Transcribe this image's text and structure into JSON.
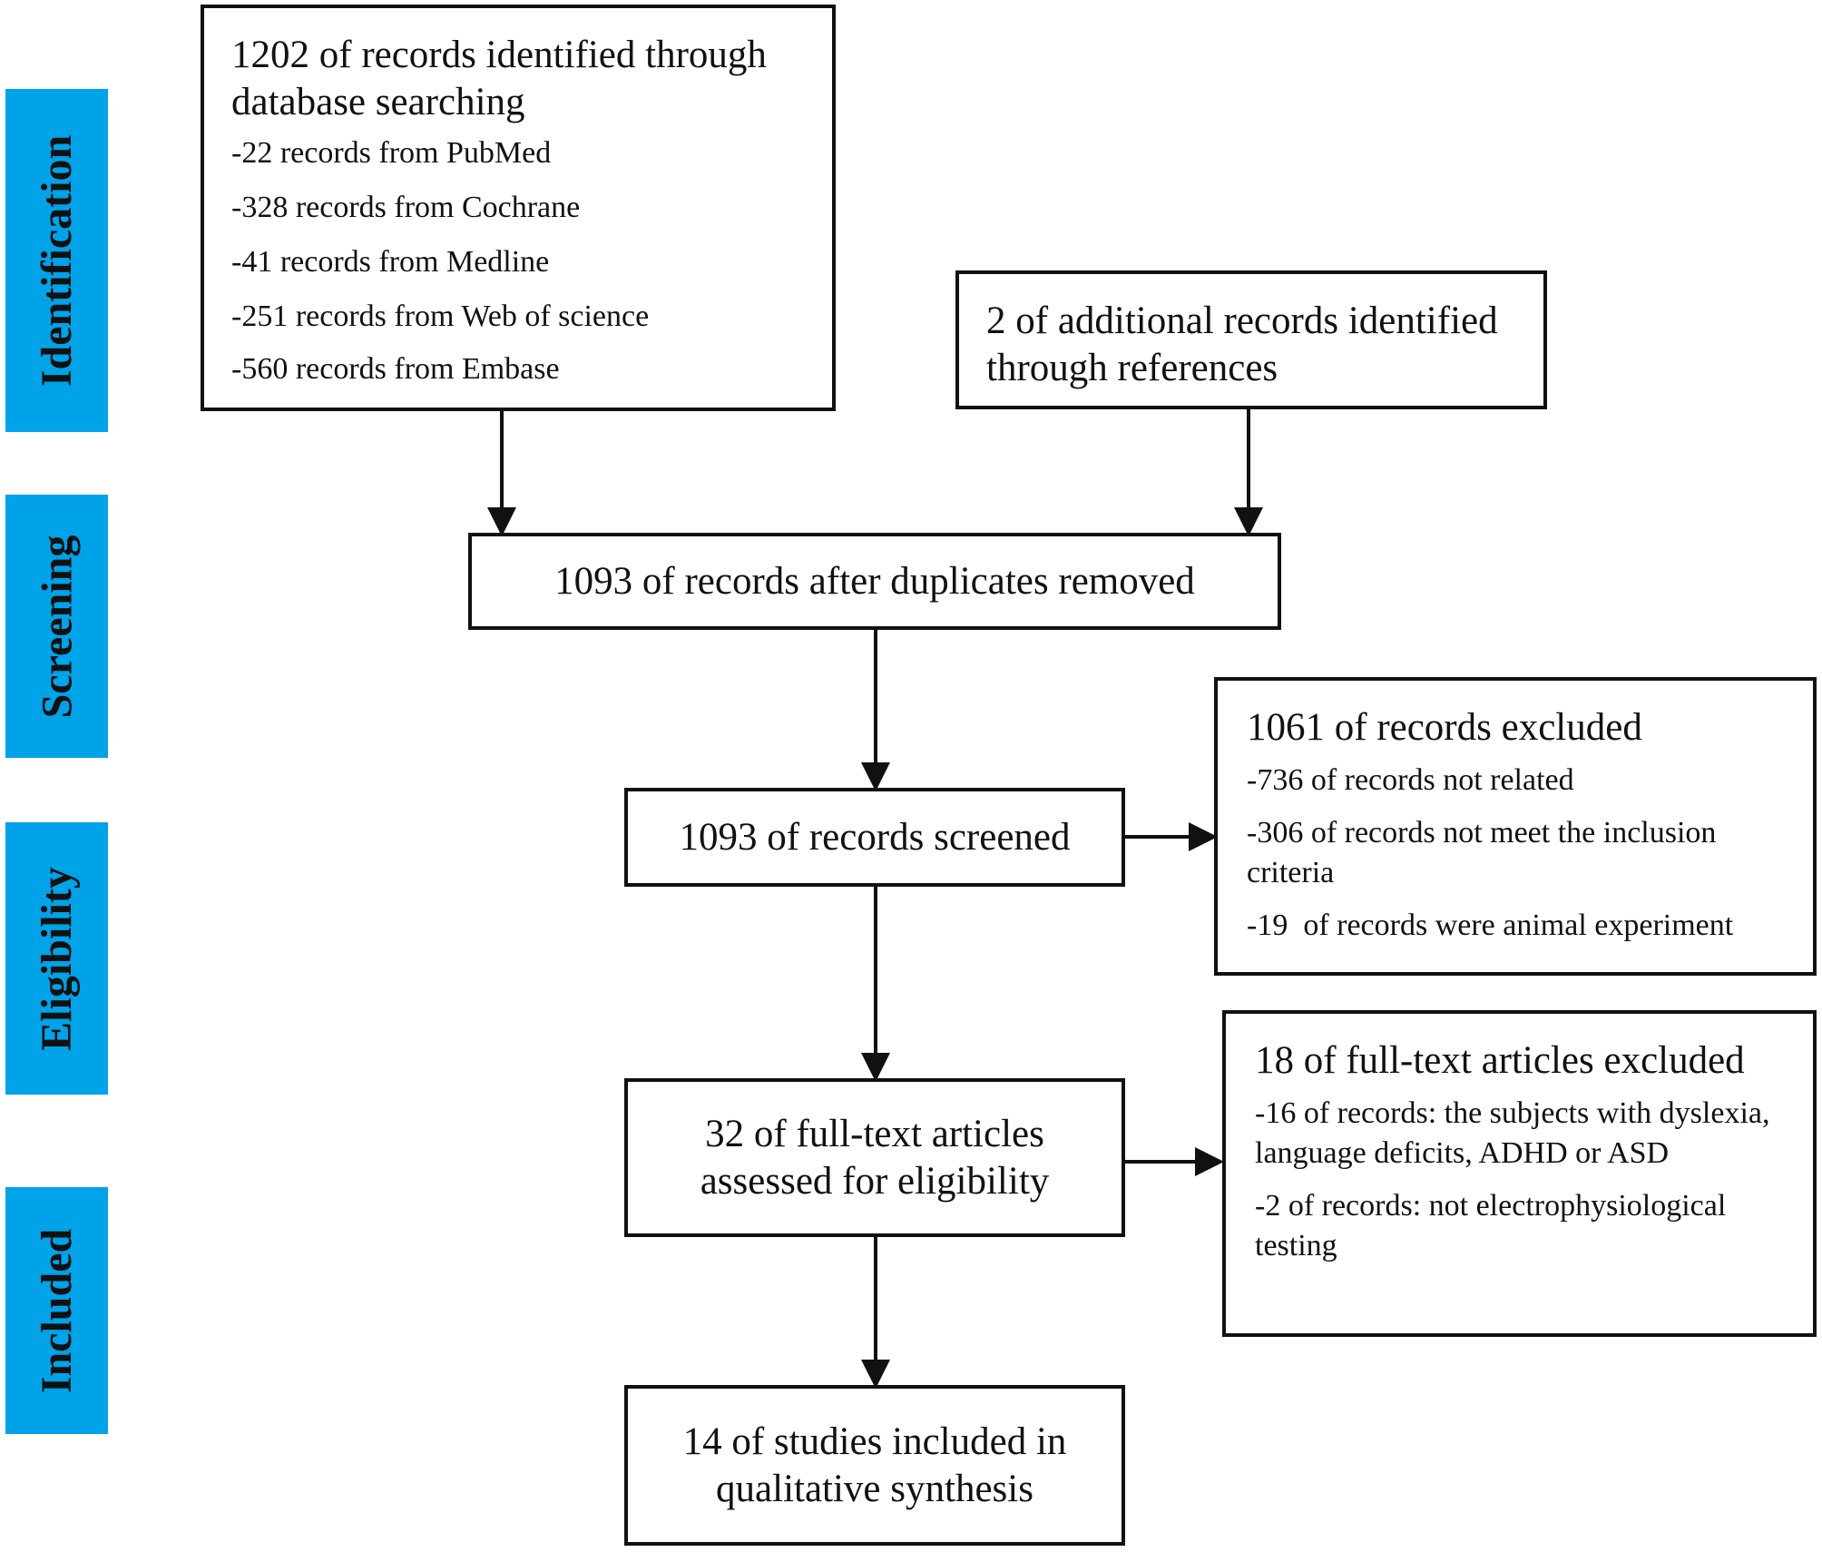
{
  "stages": [
    {
      "id": "identification",
      "label": "Identification"
    },
    {
      "id": "screening",
      "label": "Screening"
    },
    {
      "id": "eligibility",
      "label": "Eligibility"
    },
    {
      "id": "included",
      "label": "Included"
    }
  ],
  "boxes": {
    "database": {
      "title": "1202 of records identified through database searching",
      "items": [
        "-22 records from PubMed",
        "-328 records from Cochrane",
        "-41 records from Medline",
        "-251 records from Web of science",
        "-560 records from Embase"
      ]
    },
    "additional": {
      "title": "2 of additional records identified through references"
    },
    "duplicates": {
      "title": "1093 of records after duplicates removed"
    },
    "screened": {
      "title": "1093 of records screened"
    },
    "excluded_records": {
      "title": "1061 of records excluded",
      "items": [
        "-736 of records not related",
        "-306 of records not meet the inclusion criteria",
        "-19  of records were animal experiment"
      ]
    },
    "fulltext": {
      "title": "32 of full-text articles assessed for eligibility"
    },
    "excluded_fulltext": {
      "title": "18 of full-text articles excluded",
      "items": [
        "-16 of records:  the subjects with dyslexia, language deficits, ADHD or ASD",
        "-2 of records:  not electrophysiological testing"
      ]
    },
    "included": {
      "title": "14 of studies included in qualitative synthesis"
    }
  },
  "colors": {
    "stage_fill": "#00a2e8",
    "stroke": "#111111",
    "background": "#ffffff"
  }
}
